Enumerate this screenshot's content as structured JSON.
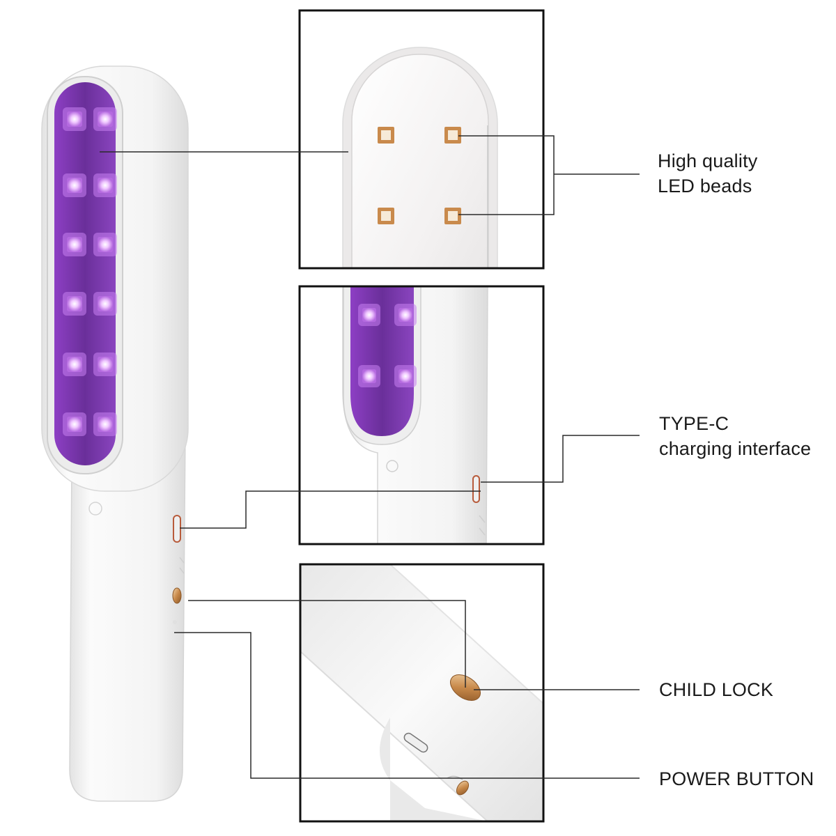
{
  "labels": {
    "led_beads": {
      "line1": "High quality",
      "line2": "LED beads"
    },
    "type_c": {
      "line1": "TYPE-C",
      "line2": "charging interface"
    },
    "child_lock": "CHILD LOCK",
    "power_button": "POWER BUTTON"
  },
  "colors": {
    "uv_purple": "#a45ad6",
    "uv_glow": "#e6a8ff",
    "device_white": "#f7f7f7",
    "device_shadow": "#d9d9d9",
    "led_copper": "#c98a4c",
    "button_gold": "#c8894a",
    "line": "#2a2a2a",
    "frame": "#111111"
  },
  "icons": [
    "uv-led-bead-icon",
    "usb-c-port-icon",
    "power-button-icon",
    "child-lock-button-icon"
  ]
}
